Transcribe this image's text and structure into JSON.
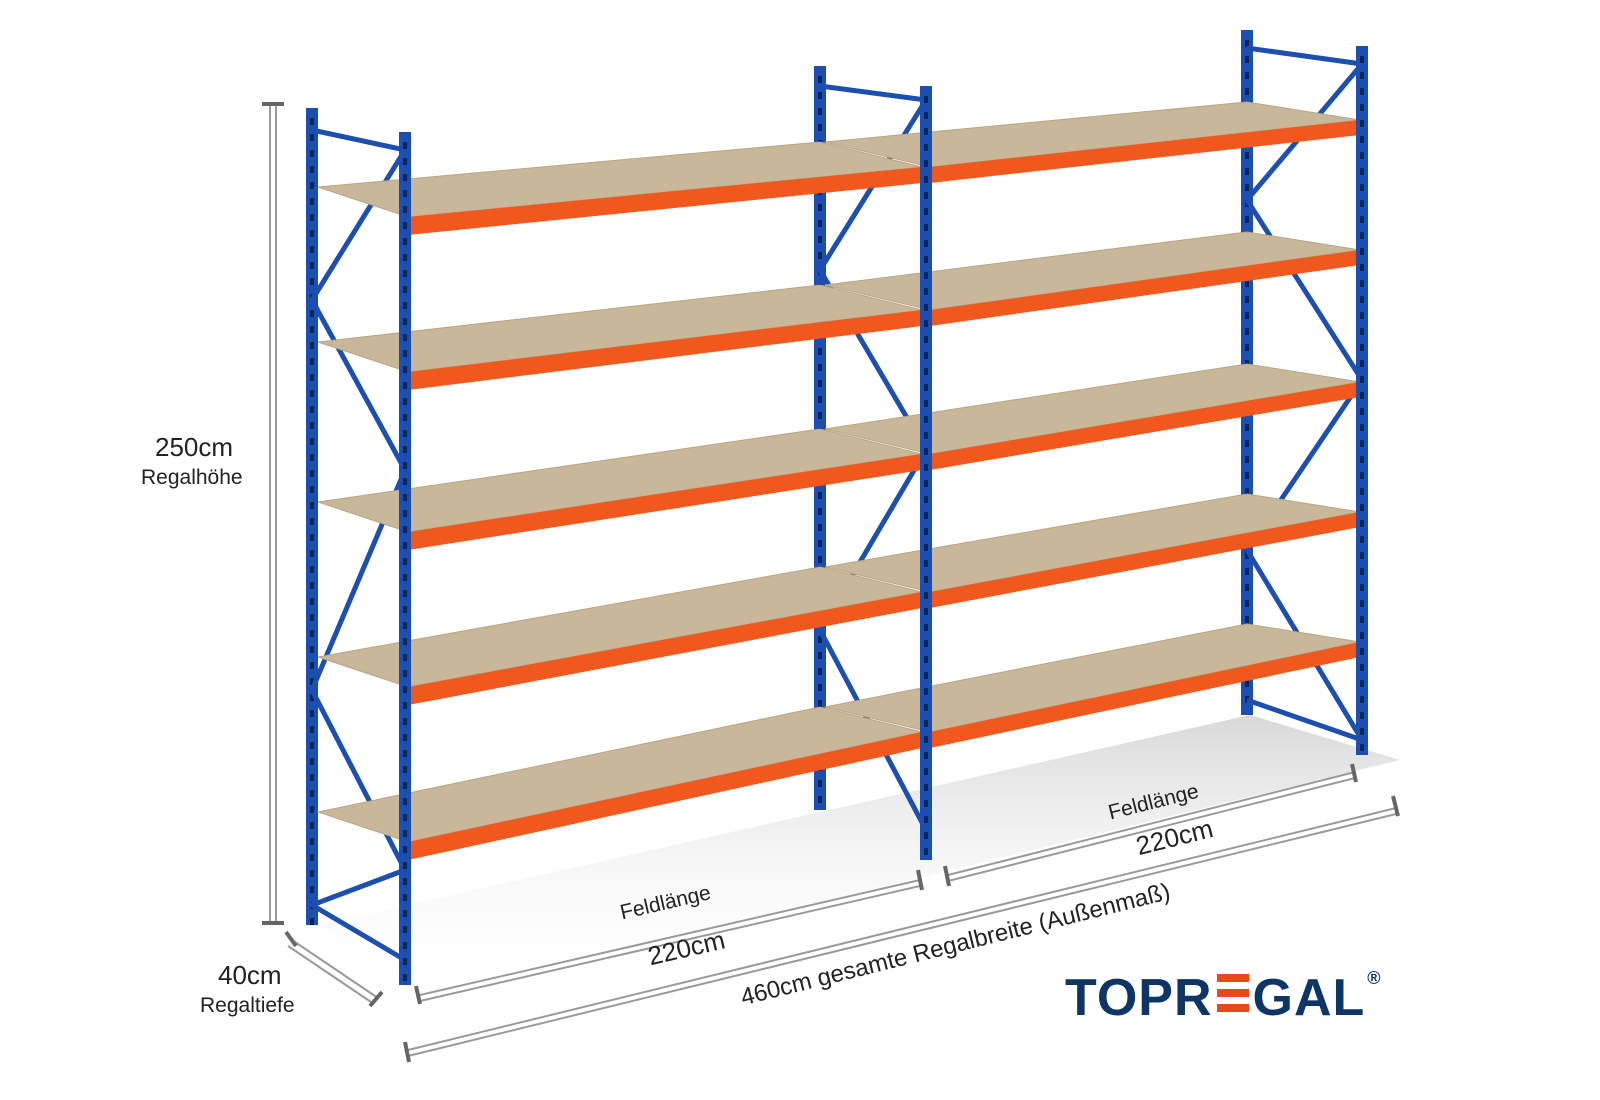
{
  "dimensions": {
    "height_value": "250cm",
    "height_label": "Regalhöhe",
    "depth_value": "40cm",
    "depth_label": "Regaltiefe",
    "bay1_label": "Feldlänge",
    "bay1_value": "220cm",
    "bay2_label": "Feldlänge",
    "bay2_value": "220cm",
    "total_width": "460cm gesamte Regalbreite (Außenmaß)"
  },
  "logo": {
    "text_before": "TOPR",
    "text_after": "GAL",
    "registered": "®"
  },
  "colors": {
    "upright": "#1d4fb0",
    "beam": "#f0581e",
    "board": "#c9b79a",
    "logo": "#0d3566"
  }
}
